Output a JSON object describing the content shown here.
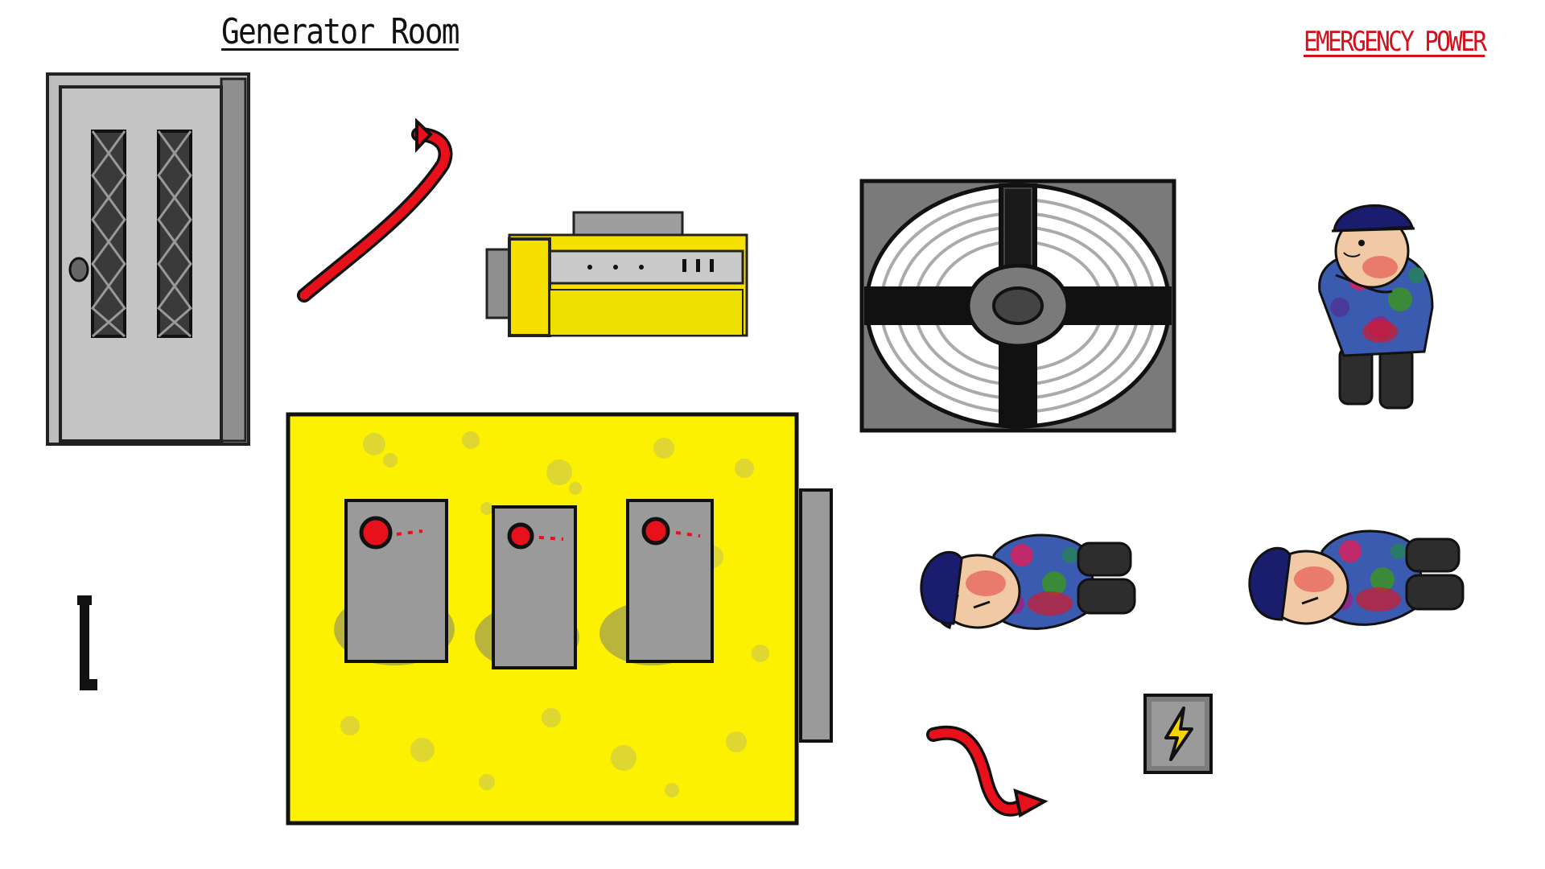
{
  "scene": {
    "room_title": "Generator Room",
    "status_label": "EMERGENCY POWER"
  },
  "colors": {
    "title_text": "#111111",
    "status_text": "#d0101a",
    "generator_yellow": "#fbf100",
    "arrow_red": "#e8101a",
    "panel_gray": "#9a9a9a",
    "guard_helmet": "#1a1d6e"
  },
  "sprites": [
    {
      "name": "door",
      "icon": "door-icon"
    },
    {
      "name": "curved-arrow-up",
      "icon": "arrow-up-icon"
    },
    {
      "name": "portable-generator",
      "icon": "generator-icon"
    },
    {
      "name": "ventilation-fan",
      "icon": "fan-icon"
    },
    {
      "name": "guard-standing",
      "icon": "guard-icon"
    },
    {
      "name": "main-generator",
      "icon": "generator-panel-icon"
    },
    {
      "name": "guard-lying-1",
      "icon": "guard-down-icon"
    },
    {
      "name": "guard-lying-2",
      "icon": "guard-down-icon"
    },
    {
      "name": "door-handle",
      "icon": "handle-icon"
    },
    {
      "name": "curved-arrow-down",
      "icon": "arrow-down-icon"
    },
    {
      "name": "power-button",
      "icon": "lightning-icon"
    }
  ]
}
